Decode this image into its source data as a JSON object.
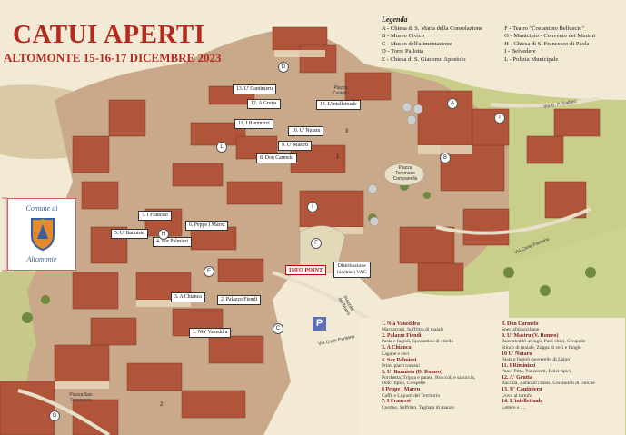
{
  "title": "CATUI APERTI",
  "subtitle": "ALTOMONTE 15-16-17 DICEMBRE 2023",
  "legend": {
    "title": "Legenda",
    "left": [
      "A - Chiesa di S. Maria della Consolazione",
      "B - Museo Civico",
      "C - Museo dell'alimentazione",
      "D - Torre Pallotta",
      "E - Chiesa di S. Giacomo Apostolo"
    ],
    "right": [
      "F - Teatro \"Costantino Belluscio\"",
      "G - Municipio - Convento dei Minimi",
      "H - Chiesa di S. Francesco di Paola",
      "I - Belvedere",
      "L - Polizia Municipale"
    ]
  },
  "logo": {
    "top_text": "Comune di",
    "bottom_text": "Altomonte"
  },
  "map_labels": {
    "l13": "13. U' Cantinieru",
    "l12": "12. A Grutta",
    "l14": "14. L'intellettuale",
    "l11": "11. I Riminizzi",
    "l10": "10. U' Nutaru",
    "l9": "9. U' Mastru",
    "l8": "8. Don Carmelo",
    "l7": "7. I Francesi",
    "l6": "6. Peppe I Marru",
    "l5": "5. U' Bannista",
    "l4": "4. Sor Palmieri",
    "l3": "3. A Chianca",
    "l2": "2. Palazzo Fiendi",
    "l1": "1. Nta' Vaneddra",
    "info": "INFO POINT",
    "distrib_line1": "Distribuzione",
    "distrib_line2": "bicchieri VAC"
  },
  "streets": {
    "castello": "Piazza Castello",
    "campanella": "Piazza Tommaso Campanella",
    "galtieri": "Via G. P. Galtieri",
    "pantano": "Via Corte Pantano",
    "s_francesco": "Piazza San Francesco",
    "teatro": "Piazzale del Teatro",
    "parking": "P"
  },
  "markers": {
    "A": "A",
    "B": "B",
    "C": "C",
    "D": "D",
    "E": "E",
    "F": "F",
    "G": "G",
    "H": "H",
    "I": "I",
    "L": "L",
    "n1": "1",
    "n2": "2",
    "n3": "3"
  },
  "menu": {
    "left": [
      {
        "name": "1. Ntà Vaneddra",
        "items": [
          "Maccarruni, Soffritto di maiale"
        ]
      },
      {
        "name": "2. Palazzo Fiendi",
        "items": [
          "Pasta e fagioli, Spezzatino di vitello"
        ]
      },
      {
        "name": "3. A Chianca",
        "items": [
          "Lagane e ceci"
        ]
      },
      {
        "name": "4. Sor Palmieri",
        "items": [
          "Primi piatti romani"
        ]
      },
      {
        "name": "5. U' Bannista (D. Romeo)",
        "items": [
          "Porchetta, Trippa e patate, Broccoli e salsiccia,",
          "Dolci tipici, Crespelle"
        ]
      },
      {
        "name": "6 Peppe i Marru",
        "items": [
          "Caffè e Liquori del Territorio"
        ]
      },
      {
        "name": "7. I Francesi",
        "items": [
          "Costine, Soffritto, Tagliata di manzo"
        ]
      }
    ],
    "right": [
      {
        "name": "8. Don Carmelo",
        "items": [
          "Specialità siciliane"
        ]
      },
      {
        "name": "9. U' Mastru (V. Romeo)",
        "items": [
          "Rascatieddri al ragù, Patti chini, Crespelle",
          "Stinco di maiale, Zuppa di ceci e funghi"
        ]
      },
      {
        "name": "10 U' Nutaru",
        "items": [
          "Pasta e fagioli (poverello di Laino)"
        ]
      },
      {
        "name": "11. I Riminizzi",
        "items": [
          "Pane, Pittc, Panzerotti, Dolci tipici"
        ]
      },
      {
        "name": "12. A' Grutta",
        "items": [
          "Baccalà, Zafarani cruski, Coriandoli di cotiche"
        ]
      },
      {
        "name": "13. U' Cantinieru",
        "items": [
          "Uovo al tartufo"
        ]
      },
      {
        "name": "14. L'intellettuale",
        "items": [
          "Lettere e ...."
        ]
      }
    ]
  },
  "colors": {
    "title": "#b52a1e",
    "roof": "#b0553a",
    "field": "#c9cf8a",
    "info": "#cc0000"
  }
}
